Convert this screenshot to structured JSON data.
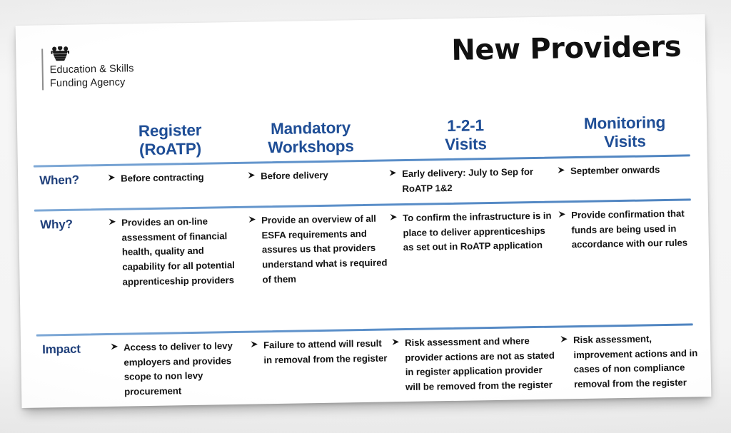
{
  "document": {
    "title": "New Providers",
    "organisation": {
      "emblem": "royal-crown",
      "line1": "Education & Skills",
      "line2": "Funding Agency"
    }
  },
  "table": {
    "bullet_glyph": "arrow-bullet",
    "accent_blue": "#5b8fc9",
    "header_blue": "#1f4e96",
    "row_label_blue": "#1f3f7a",
    "columns": [
      {
        "line1": "Register",
        "line2": "(RoATP)"
      },
      {
        "line1": "Mandatory",
        "line2": "Workshops"
      },
      {
        "line1": "1-2-1",
        "line2": "Visits"
      },
      {
        "line1": "Monitoring",
        "line2": "Visits"
      }
    ],
    "rows": [
      {
        "label": "When?",
        "cells": [
          "Before contracting",
          "Before delivery",
          "Early delivery: July to Sep for RoATP 1&2",
          "September onwards"
        ]
      },
      {
        "label": "Why?",
        "cells": [
          "Provides an on-line assessment of financial health, quality and capability for all potential apprenticeship providers",
          "Provide an overview of all ESFA requirements and assures us that providers understand what is required of them",
          "To confirm the infrastructure is in place to deliver apprenticeships as set out in RoATP application",
          "Provide confirmation that funds are being used in accordance with our rules"
        ]
      },
      {
        "label": "Impact",
        "cells": [
          "Access to deliver to levy employers and provides scope to non levy procurement",
          "Failure to attend will result in removal from the register",
          "Risk assessment and where provider actions are not as stated in register application provider will be removed from the register",
          "Risk assessment, improvement actions and in cases of non compliance removal from the register"
        ]
      }
    ]
  }
}
